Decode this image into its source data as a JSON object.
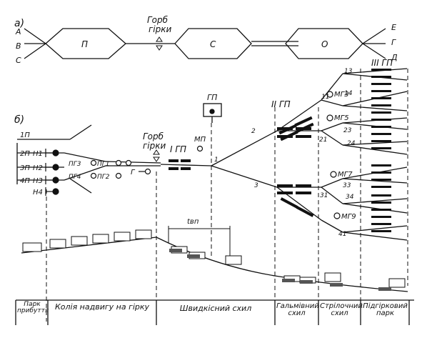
{
  "part_a": {
    "marker": "а)",
    "left_tracks": [
      "А",
      "В",
      "С"
    ],
    "right_tracks": [
      "Е",
      "Г",
      "Д"
    ],
    "parks": [
      "П",
      "С",
      "О"
    ],
    "hump_label_1": "Горб",
    "hump_label_2": "гірки"
  },
  "part_b": {
    "marker": "б)",
    "arrival_tracks": [
      "1П",
      "2П",
      "3П",
      "4П"
    ],
    "signals": [
      "Н1",
      "Н2",
      "Н3",
      "Н4"
    ],
    "hump_signals": [
      "ПГ3",
      "ПГ1",
      "ПГ4",
      "ПГ2"
    ],
    "hump_signal_g": "Г",
    "hump_label_1": "Горб",
    "hump_label_2": "гірки",
    "retarders": [
      "І ГП",
      "ІІ ГП",
      "ІІІ ГП"
    ],
    "mp_label": "МП",
    "gp_label": "ГП",
    "switches": [
      "1",
      "2",
      "3",
      "21",
      "31",
      "11",
      "13",
      "14",
      "23",
      "24",
      "33",
      "34",
      "41"
    ],
    "track_retarders": [
      "МГ3",
      "МГ5",
      "МГ7",
      "МГ9"
    ],
    "time_label": "tвп"
  },
  "profile_sections": [
    "Парк прибуття",
    "Колія надвигу на гірку",
    "Швидкісний схил",
    "Гальмівний схил",
    "Стрілочний схил",
    "Підгірковий парк"
  ]
}
